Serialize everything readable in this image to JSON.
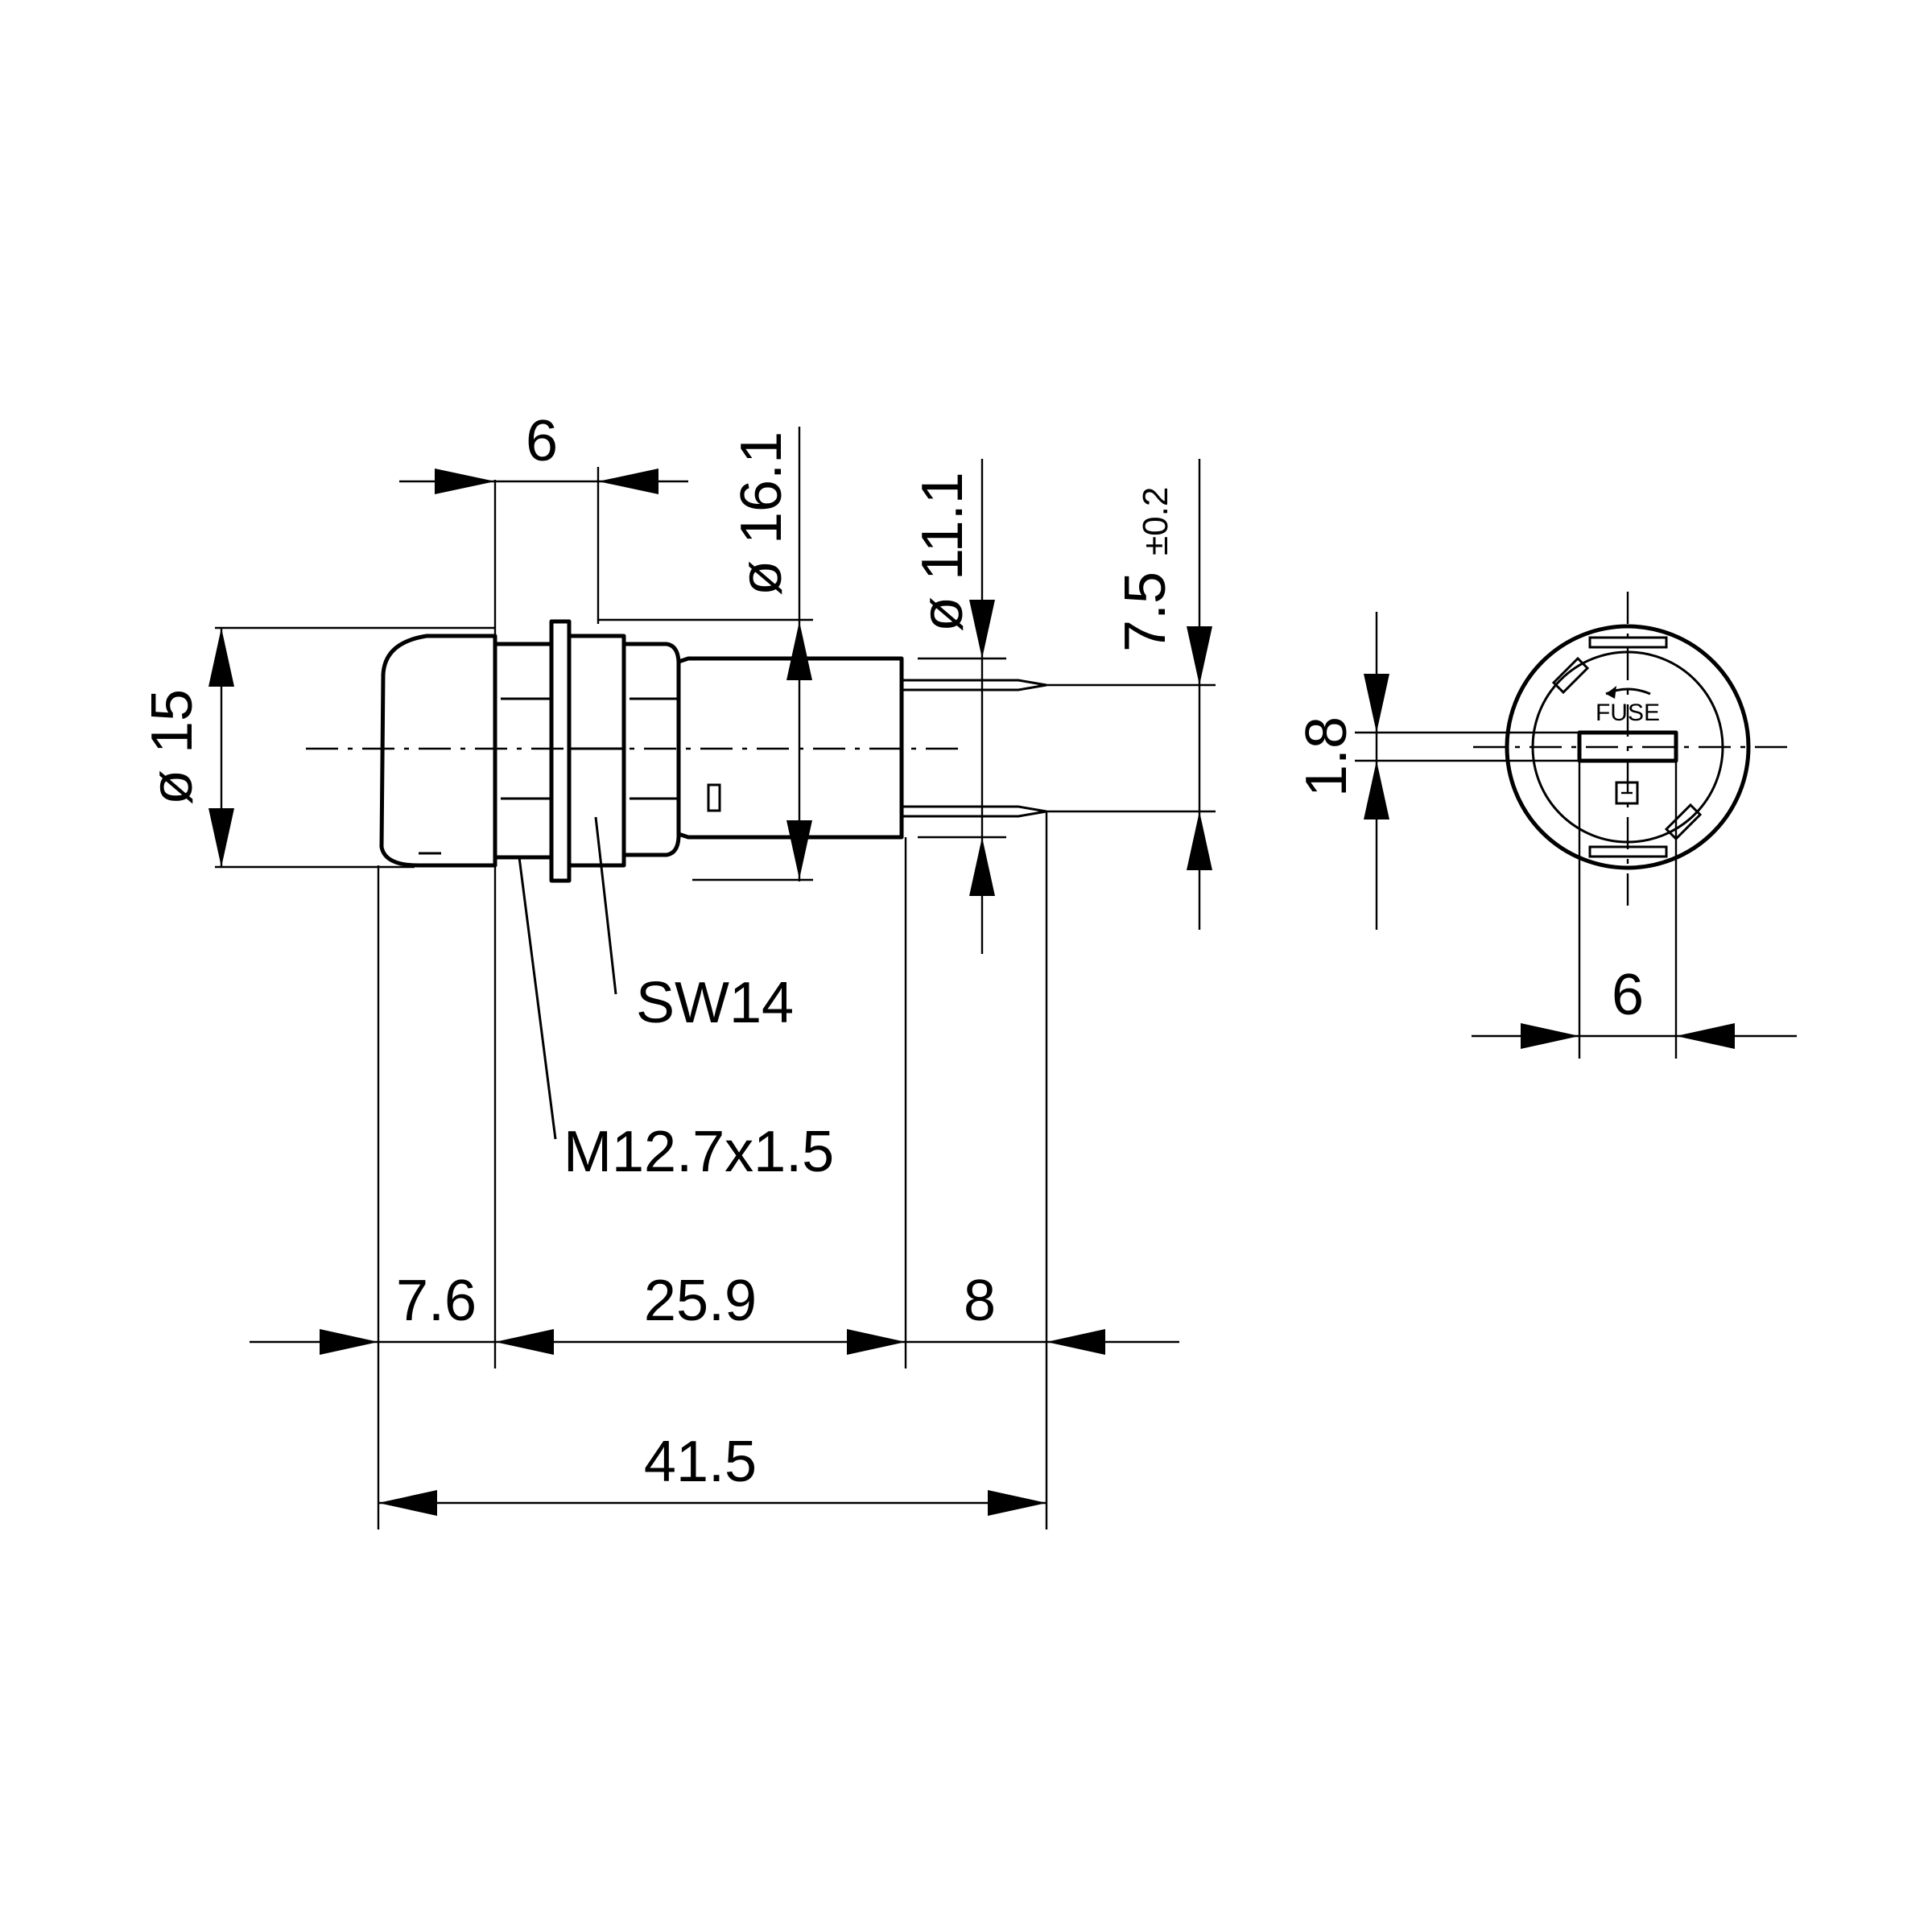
{
  "side_view": {
    "dims": {
      "hex_width": "6",
      "dia_16_1": "ø 16.1",
      "dia_11_1": "ø 11.1",
      "pin_pitch": "7.5",
      "pin_tol": "±0.2",
      "dia_15": "ø 15",
      "cap_len": "7.6",
      "body_len": "25.9",
      "pin_len": "8",
      "total_len": "41.5"
    },
    "callouts": {
      "wrench": "SW14",
      "thread": "M12.7x1.5"
    }
  },
  "front_view": {
    "label": "FUSE",
    "dims": {
      "slot_width": "6",
      "slot_height": "1.8"
    }
  }
}
